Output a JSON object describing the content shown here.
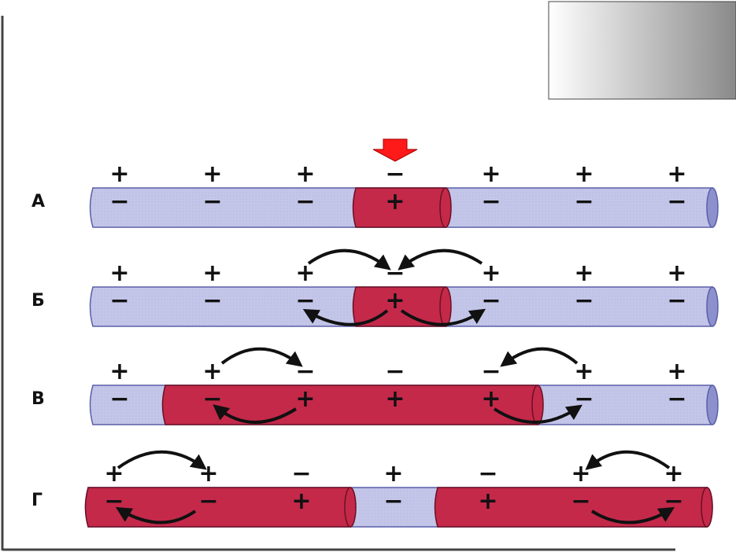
{
  "rows": [
    {
      "label": "А",
      "outer_signs": [
        "+",
        "+",
        "+",
        "−",
        "+",
        "+",
        "+"
      ],
      "inner_signs": [
        "−",
        "−",
        "−",
        "+",
        "−",
        "−",
        "−"
      ],
      "active_segments": [
        [
          4,
          4
        ]
      ]
    },
    {
      "label": "Б",
      "outer_signs": [
        "+",
        "+",
        "+",
        "−",
        "+",
        "+",
        "+"
      ],
      "inner_signs": [
        "−",
        "−",
        "−",
        "+",
        "−",
        "−",
        "−"
      ],
      "active_segments": [
        [
          4,
          4
        ]
      ]
    },
    {
      "label": "В",
      "outer_signs": [
        "+",
        "+",
        "−",
        "−",
        "−",
        "+",
        "+"
      ],
      "inner_signs": [
        "−",
        "−",
        "+",
        "+",
        "+",
        "−",
        "−"
      ],
      "active_segments": [
        [
          2,
          5
        ]
      ]
    },
    {
      "label": "Г",
      "outer_signs": [
        "+",
        "+",
        "−",
        "+",
        "−",
        "+",
        "+"
      ],
      "inner_signs": [
        "−",
        "−",
        "+",
        "−",
        "+",
        "−",
        "−"
      ],
      "active_segments": [
        [
          1,
          3
        ],
        [
          5,
          7
        ]
      ]
    }
  ],
  "colors": {
    "axon": "#c3c6e8",
    "axon_stroke": "#5a5fa8",
    "axon_end": "#8c90cc",
    "excited": "#c4294a",
    "excited_stroke": "#6a1024",
    "stimulus_arrow": "#ff1a1a",
    "current_arrow": "#111111",
    "frame": "#444444"
  }
}
